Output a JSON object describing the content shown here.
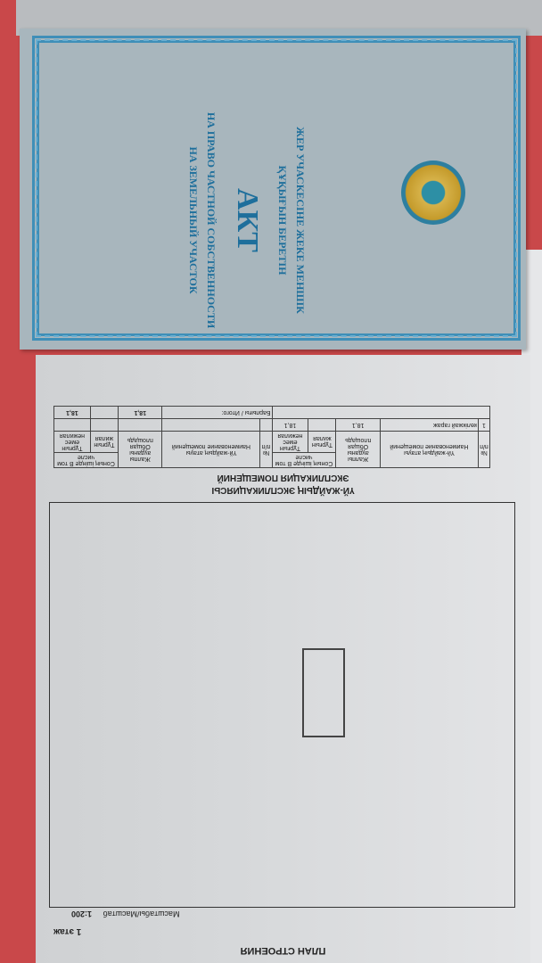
{
  "cover": {
    "line1": "ЖЕР УЧАСКЕСІНЕ ЖЕКЕ МЕНШІК",
    "line2": "ҚҰҚЫҒЫН БЕРЕТІН",
    "title": "АКТ",
    "line3": "НА ПРАВО ЧАСТНОЙ СОБСТВЕННОСТИ",
    "line4": "НА ЗЕМЕЛЬНЫЙ УЧАСТОК"
  },
  "plan": {
    "title": "ПЛАН СТРОЕНИЯ",
    "floor": "1 этаж",
    "scale_label": "Масштабы/Масштаб",
    "scale": "1:200"
  },
  "explication": {
    "title_kz": "ҮЙ-ЖАЙДЫҢ ЭКСПЛИКАЦИЯСЫ",
    "title_ru": "ЭКСПЛИКАЦИЯ ПОМЕЩЕНИЙ",
    "headers": {
      "num": "№ п/п",
      "name": "Үй-жайдың атауы Наименование помещений",
      "area": "Жалпы ауданы Общая площадь",
      "incl": "Соның ішінде В том числе",
      "living": "Тұрғын жилая",
      "nonliving": "Тұрғын емес нежилая"
    },
    "rows": [
      {
        "num": "1",
        "name": "көлікжай гараж",
        "area": "18,1",
        "living": "",
        "nonliving": "18,1"
      }
    ],
    "total_label": "Барлығы / Итого:",
    "total_area": "18,1",
    "total_living": "",
    "total_nonliving": "18,1"
  }
}
